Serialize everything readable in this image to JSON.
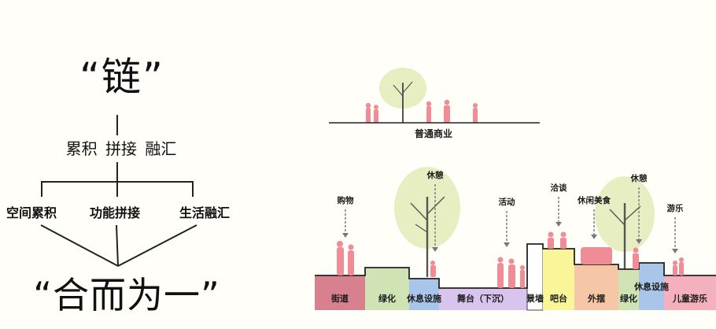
{
  "left_diagram": {
    "top_title": "“链”",
    "verbs": "累积  拼接  融汇",
    "branches": [
      "空间累积",
      "功能拼接",
      "生活融汇"
    ],
    "bottom_title": "“合而为一”"
  },
  "right_diagram": {
    "ordinary_label": "普通商业",
    "zones": [
      "街道",
      "绿化",
      "休息设施",
      "舞台（下沉）",
      "景墙",
      "吧台",
      "外摆",
      "绿化",
      "休息设施",
      "儿童游乐"
    ],
    "callouts": [
      "购物",
      "休憩",
      "活动",
      "洽谈",
      "休闲美食",
      "休憩",
      "游乐"
    ],
    "colors": {
      "street": "#d9808f",
      "green": "#cfe3b5",
      "rest": "#a9c6ea",
      "stage": "#d9c4ee",
      "wall": "#ffffff",
      "bar": "#fbf59a",
      "outdoor": "#f6c7a6",
      "kids": "#f4b1bd",
      "people": "#ef8c96",
      "tree_canopy": "#e6eec2"
    }
  }
}
